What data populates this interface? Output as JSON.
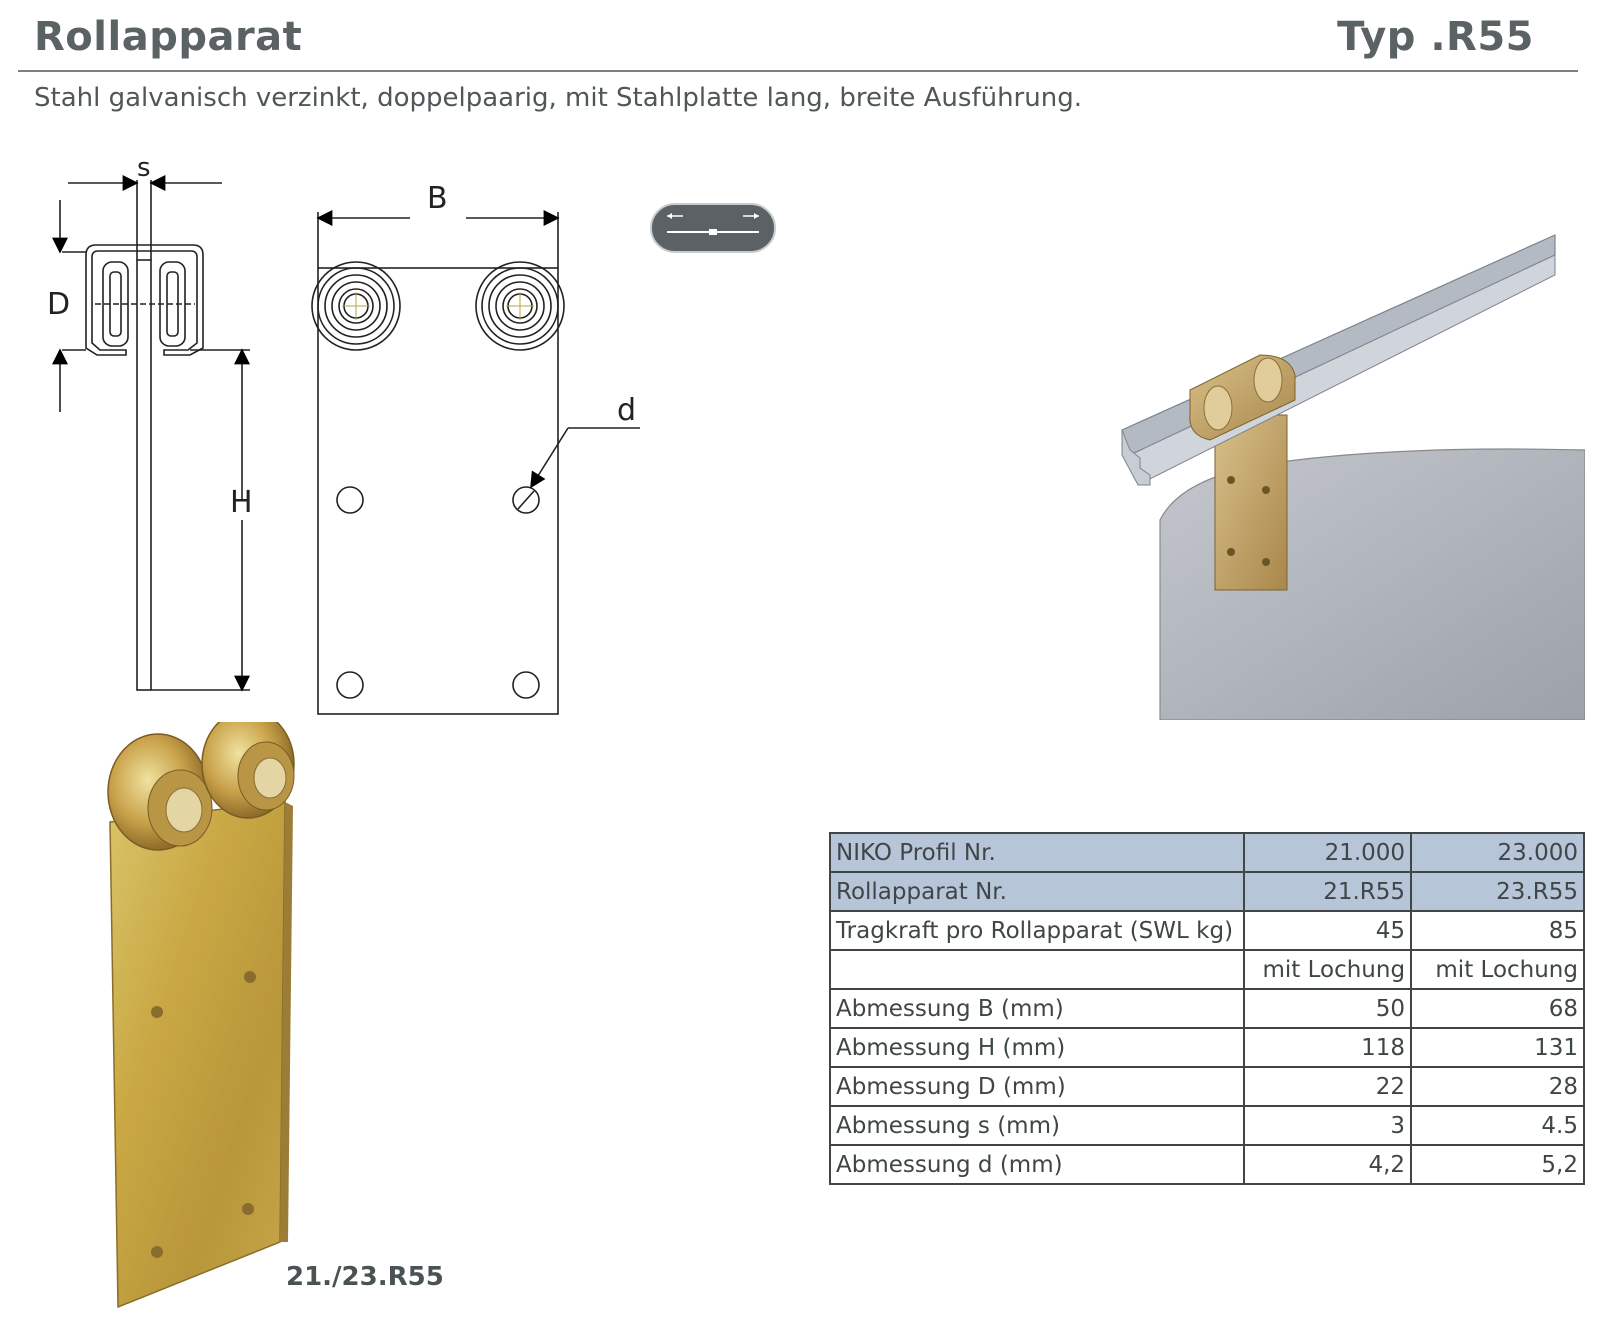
{
  "header": {
    "title": "Rollapparat",
    "type_label": "Typ .R55",
    "subtitle": "Stahl galvanisch verzinkt, doppelpaarig, mit Stahlplatte lang, breite Ausführung."
  },
  "drawing": {
    "label_s": "s",
    "label_b": "B",
    "label_d_upper": "D",
    "label_d_lower": "d",
    "label_h": "H"
  },
  "product": {
    "caption": "21./23.R55"
  },
  "spec_table": {
    "rows": [
      {
        "label": "NIKO Profil Nr.",
        "v1": "21.000",
        "v2": "23.000"
      },
      {
        "label": "Rollapparat Nr.",
        "v1": "21.R55",
        "v2": "23.R55"
      },
      {
        "label": "Tragkraft pro Rollapparat (SWL kg)",
        "v1": "45",
        "v2": "85"
      },
      {
        "label": "",
        "v1": "mit Lochung",
        "v2": "mit Lochung"
      },
      {
        "label": "Abmessung B (mm)",
        "v1": "50",
        "v2": "68"
      },
      {
        "label": "Abmessung H (mm)",
        "v1": "118",
        "v2": "131"
      },
      {
        "label": "Abmessung D (mm)",
        "v1": "22",
        "v2": "28"
      },
      {
        "label": "Abmessung s (mm)",
        "v1": "3",
        "v2": "4.5"
      },
      {
        "label": "Abmessung d (mm)",
        "v1": "4,2",
        "v2": "5,2"
      }
    ]
  },
  "colors": {
    "heading": "#5a6264",
    "table_highlight": "#b7c5d8",
    "plate_gold": "#c9a844",
    "rail_grey": "#a8b0b8"
  }
}
